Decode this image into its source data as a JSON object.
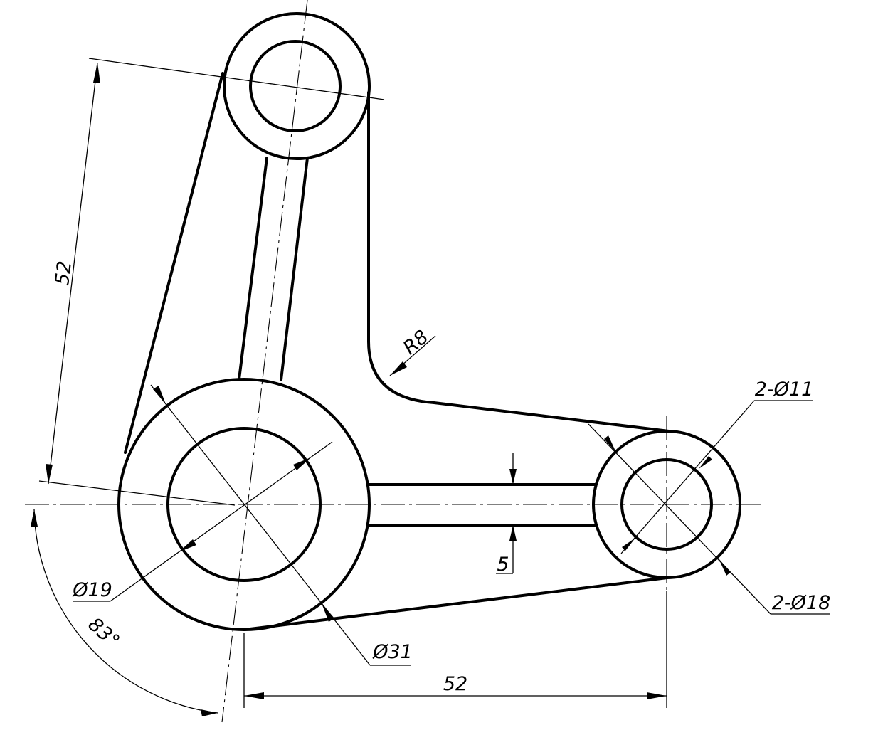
{
  "dimensions": {
    "boss_spacing_top": "52",
    "boss_spacing_bottom": "52",
    "fillet_radius": "R8",
    "rib_thickness": "5",
    "left_hole_dia": "Ø19",
    "left_boss_dia": "Ø31",
    "right_hole_dia": "2-Ø11",
    "right_boss_dia": "2-Ø18",
    "arm_angle": "83°"
  },
  "colors": {
    "line": "#000000",
    "background": "#ffffff"
  }
}
